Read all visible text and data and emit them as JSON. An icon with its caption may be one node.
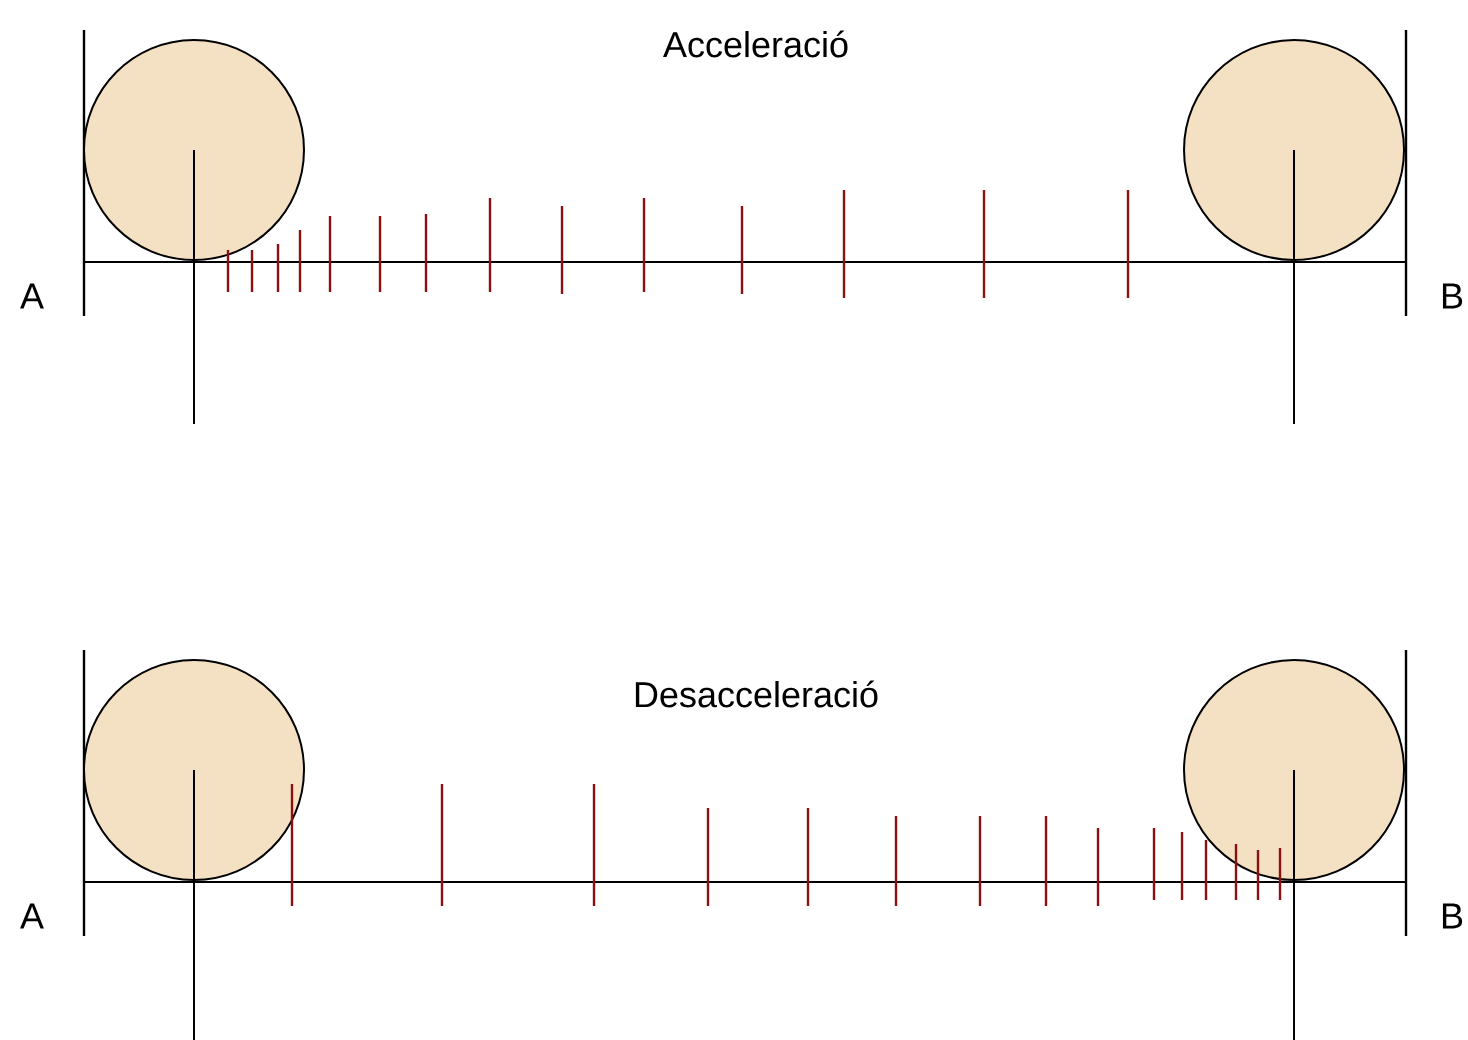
{
  "diagram": {
    "labels": [
      "Acceleració",
      "A",
      "B",
      "Desacceleració",
      "A",
      "B"
    ]
  }
}
